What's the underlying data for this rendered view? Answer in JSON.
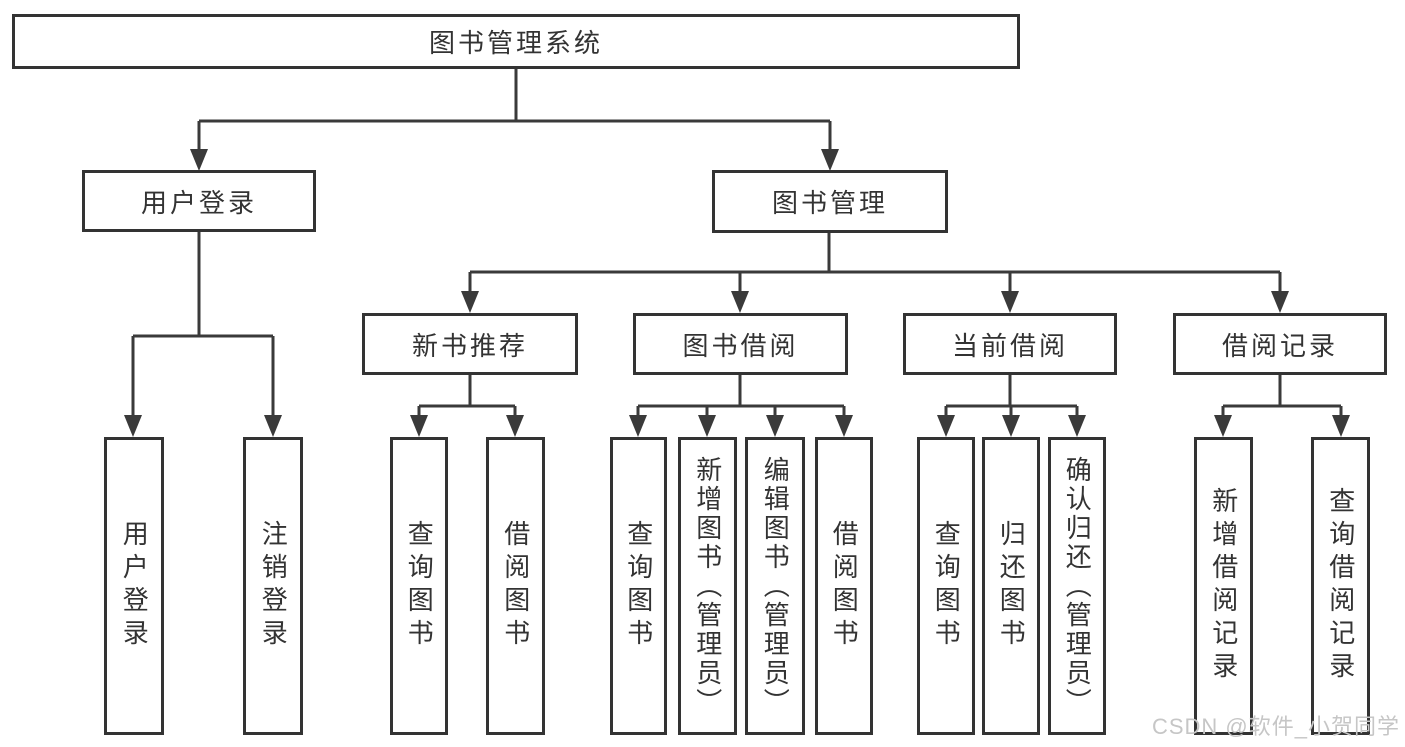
{
  "colors": {
    "line": "#3a3a3a",
    "box_border": "#333333",
    "box_fill": "#ffffff",
    "text": "#333333",
    "watermark": "#c6c6c6"
  },
  "tree": {
    "root": {
      "label": "图书管理系统"
    },
    "branches": [
      {
        "label": "用户登录",
        "leaves": [
          {
            "label": "用户登录"
          },
          {
            "label": "注销登录"
          }
        ]
      },
      {
        "label": "图书管理",
        "groups": [
          {
            "label": "新书推荐",
            "leaves": [
              {
                "label": "查询图书"
              },
              {
                "label": "借阅图书"
              }
            ]
          },
          {
            "label": "图书借阅",
            "leaves": [
              {
                "label": "查询图书"
              },
              {
                "label": "新增图书（管理员）"
              },
              {
                "label": "编辑图书（管理员）"
              },
              {
                "label": "借阅图书"
              }
            ]
          },
          {
            "label": "当前借阅",
            "leaves": [
              {
                "label": "查询图书"
              },
              {
                "label": "归还图书"
              },
              {
                "label": "确认归还（管理员）"
              }
            ]
          },
          {
            "label": "借阅记录",
            "leaves": [
              {
                "label": "新增借阅记录"
              },
              {
                "label": "查询借阅记录"
              }
            ]
          }
        ]
      }
    ]
  },
  "watermark": {
    "text": "CSDN @软件_小贺同学"
  }
}
